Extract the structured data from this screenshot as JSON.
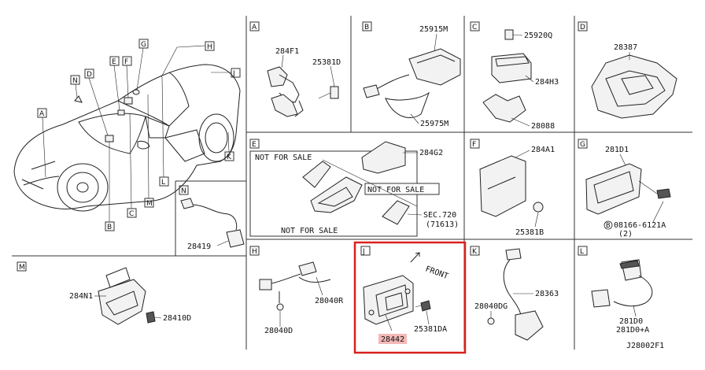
{
  "diagram_code": "J28002F1",
  "car_callouts": [
    "A",
    "B",
    "C",
    "D",
    "E",
    "F",
    "G",
    "H",
    "J",
    "K",
    "L",
    "M",
    "N"
  ],
  "panels": {
    "A": {
      "letter": "A",
      "parts": [
        "284F1",
        "25381D"
      ]
    },
    "B": {
      "letter": "B",
      "parts": [
        "25915M",
        "25975M"
      ]
    },
    "C_top": {
      "letter": "C",
      "parts": [
        "25920Q",
        "284H3",
        "28088"
      ]
    },
    "D": {
      "letter": "D",
      "parts": [
        "28387"
      ]
    },
    "E": {
      "letter": "E",
      "parts": [
        "284G2"
      ],
      "not_for_sale": "NOT FOR SALE",
      "sec": "SEC.720",
      "sec_sub": "(71613)"
    },
    "F": {
      "letter": "F",
      "parts": [
        "284A1",
        "25381B"
      ]
    },
    "G": {
      "letter": "G",
      "parts": [
        "281D1",
        "08166-6121A",
        "(2)"
      ],
      "bolt_prefix": "B"
    },
    "N": {
      "letter": "N",
      "parts": [
        "28419"
      ]
    },
    "M": {
      "letter": "M",
      "parts": [
        "284N1",
        "28410D"
      ]
    },
    "H": {
      "letter": "H",
      "parts": [
        "28040R",
        "28040D"
      ]
    },
    "J": {
      "letter": "J",
      "parts": [
        "28442",
        "25381DA"
      ],
      "front": "FRONT",
      "highlight_color": "#d9201f",
      "label_bg": "#f4b8b8"
    },
    "K": {
      "letter": "K",
      "parts": [
        "28040DG",
        "28363"
      ]
    },
    "L": {
      "letter": "L",
      "parts": [
        "281D0",
        "281D0+A"
      ]
    }
  }
}
